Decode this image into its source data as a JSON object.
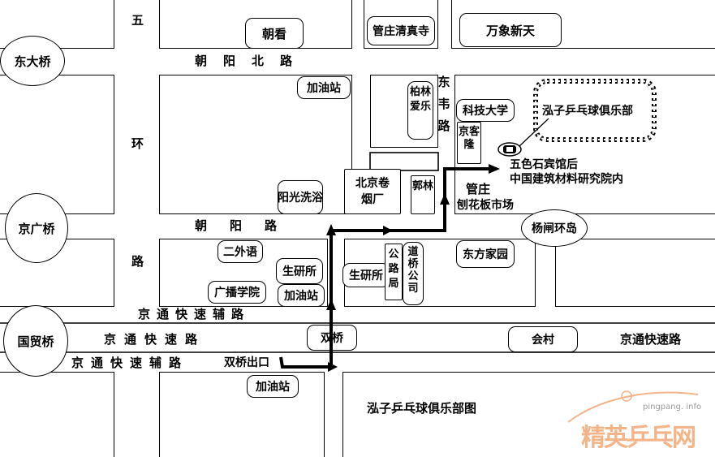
{
  "roads": {
    "north": "朝阳北路",
    "chaoyang": "朝阳路",
    "ring_5": "五",
    "ring_huan": "环",
    "ring_lu": "路",
    "dongsi": "东韦路",
    "express_aux_north": "京通快速辅路",
    "express": "京通快速路",
    "express_aux_south": "京通快速辅路",
    "express_east": "京通快速路"
  },
  "circles": {
    "dongdaqiao": "东大桥",
    "jingguangqiao": "京广桥",
    "guomaoqiao": "国贸桥"
  },
  "landmarks": {
    "chaokan": "朝看",
    "guanzhuang_mosque": "管庄清真寺",
    "wanxiang": "万象新天",
    "gas_station_1": "加油站",
    "bolin": "柏林爱乐",
    "tech_university": "科技大学",
    "club": "泓子乒乓球俱乐部",
    "jingkelong": "京客隆",
    "destination_line1": "五色石宾馆后",
    "destination_line2": "中国建筑材料研究院内",
    "beijing_tobacco": "北京卷烟厂",
    "yangguang_bath": "阳光洗浴",
    "guolin": "郭林",
    "guanzhuang": "管庄",
    "planer_market": "刨花板市场",
    "yangzha": "杨闸环岛",
    "erwaiyu": "二外语",
    "shengyansuo_1": "生研所",
    "shengyansuo_2": "生研所",
    "road_bureau": "公路局",
    "bridge_company": "道桥公司",
    "dongfang": "东方家园",
    "broadcast": "广播学院",
    "gas_station_2": "加油站",
    "shuangqiao": "双桥",
    "huicun": "会村",
    "shuangqiao_exit": "双桥出口",
    "gas_station_3": "加油站"
  },
  "caption": "泓子乒乓球俱乐部图",
  "watermark": {
    "brand": "精英乒乓网",
    "site": "pingpang. info"
  },
  "colors": {
    "ink": "#000000",
    "watermark_orange": "#f3b48a",
    "watermark_gray": "#9a9a9a"
  }
}
